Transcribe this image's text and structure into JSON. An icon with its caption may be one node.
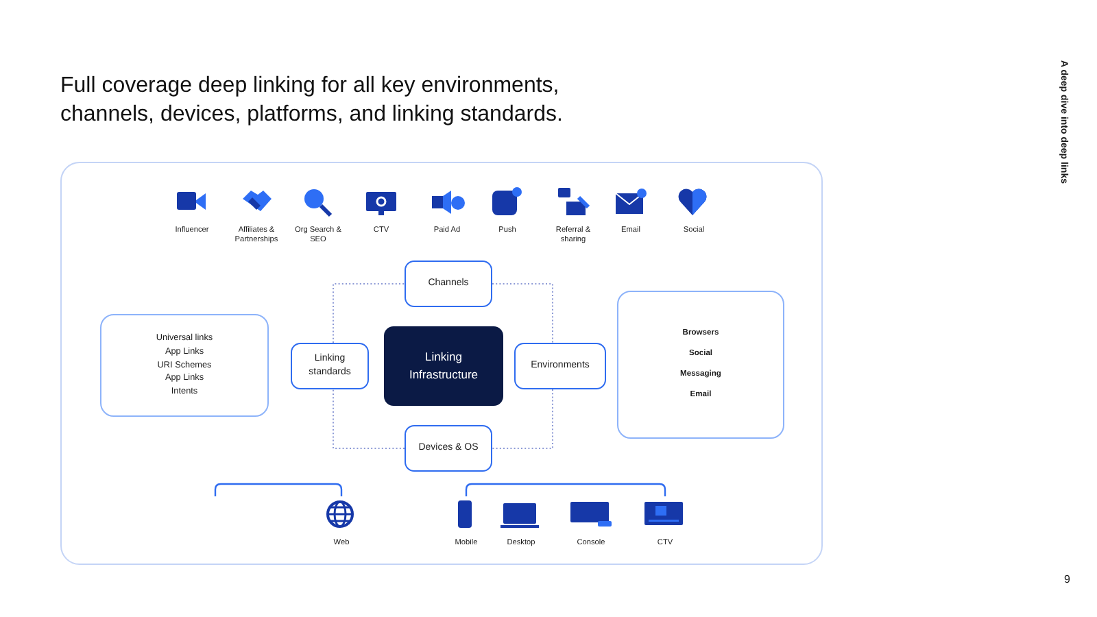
{
  "diagram": {
    "title": "Full coverage deep linking for all key environments, channels, devices, platforms, and linking standards.",
    "nodes": [
      {
        "text": [],
        "shape": "box"
      },
      {
        "text": [
          "Channels"
        ],
        "in": 0
      },
      {
        "text": [
          "Linking standards"
        ],
        "in": 0
      },
      {
        "text": [
          "Linking Infrastructure"
        ],
        "in": 0
      },
      {
        "text": [
          "Environments"
        ],
        "in": 0
      },
      {
        "text": [
          "Devices & OS"
        ],
        "in": 0
      },
      {
        "text": [
          "Universal links",
          "App Links",
          "URI Schemes",
          "App Links",
          "Intents"
        ],
        "in": 0
      },
      {
        "text": [
          "Browsers",
          "Social",
          "Messaging",
          "Email"
        ],
        "in": 0
      }
    ],
    "edges": [
      {
        "from": 1,
        "to": 4,
        "arrow": "none",
        "style": "dashed"
      },
      {
        "from": 4,
        "to": 5,
        "arrow": "none",
        "style": "dashed"
      },
      {
        "from": 5,
        "to": 2,
        "arrow": "none",
        "style": "dashed"
      },
      {
        "from": 2,
        "to": 1,
        "arrow": "none",
        "style": "dashed"
      }
    ],
    "labels": [
      "Influencer",
      "Affiliates & Partnerships",
      "Org Search & SEO",
      "CTV",
      "Paid Ad",
      "Push",
      "Referral & sharing",
      "Email",
      "Social",
      "Web",
      "Mobile",
      "Desktop",
      "Console",
      "CTV",
      "A deep dive into deep links",
      "9"
    ]
  }
}
